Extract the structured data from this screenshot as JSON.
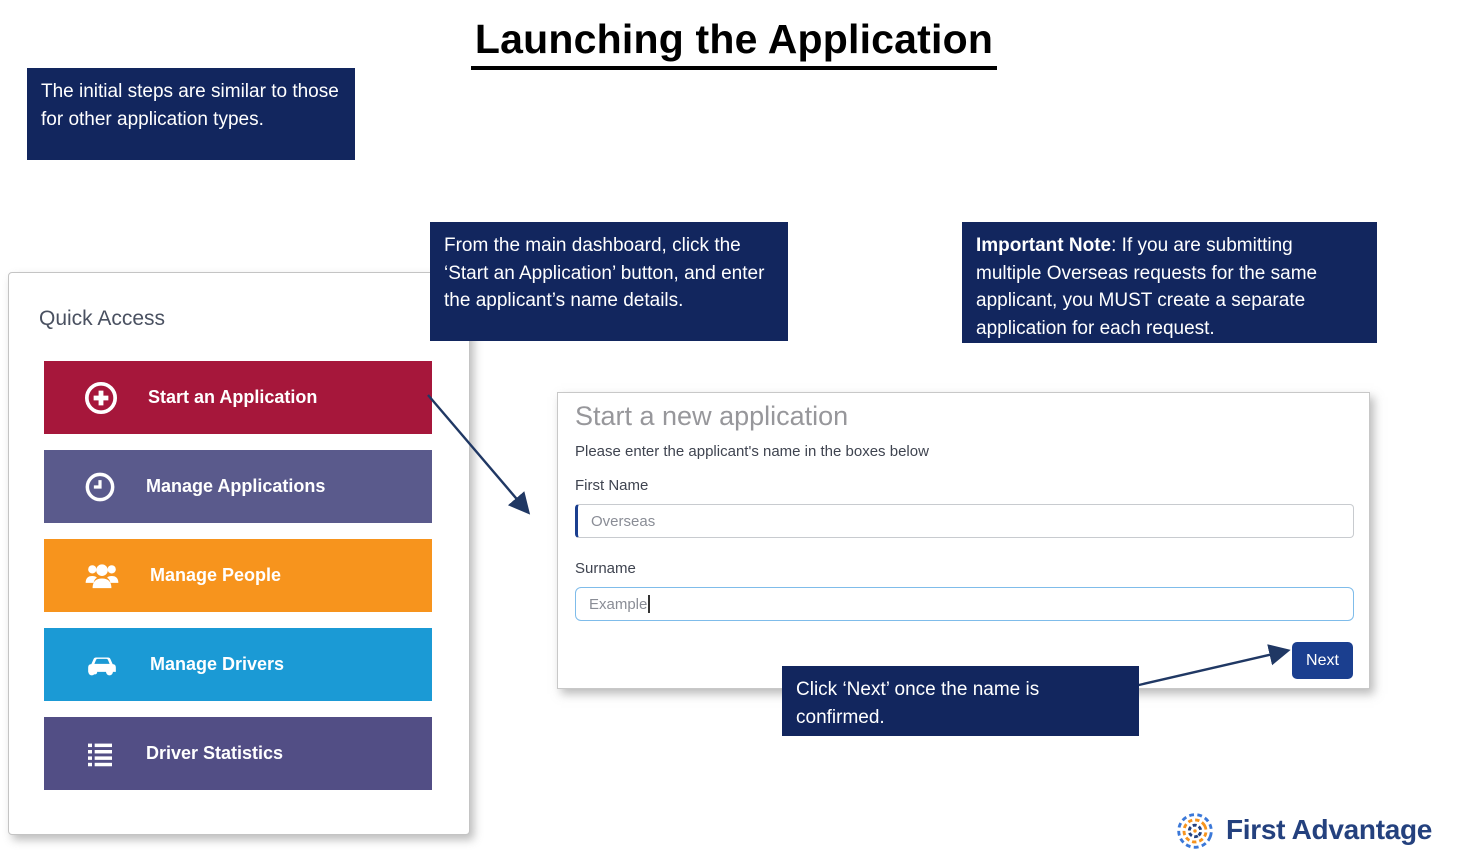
{
  "page": {
    "title": "Launching the Application"
  },
  "callouts": {
    "intro": "The initial steps are similar to those for other application types.",
    "dashboard": "From the main dashboard, click the ‘Start an Application’ button, and enter the applicant’s name details.",
    "important_bold": "Important Note",
    "important_rest": ": If you are submitting multiple Overseas requests for the same applicant, you MUST create a separate application for each request.",
    "next_hint": "Click ‘Next’ once the name is confirmed."
  },
  "quick_access": {
    "title": "Quick Access",
    "buttons": [
      {
        "label": "Start an Application",
        "color": "#A6173B",
        "icon": "plus-circle-icon"
      },
      {
        "label": "Manage Applications",
        "color": "#5A5A8C",
        "icon": "clock-icon"
      },
      {
        "label": "Manage People",
        "color": "#F7941D",
        "icon": "people-icon"
      },
      {
        "label": "Manage Drivers",
        "color": "#1B9AD5",
        "icon": "car-icon"
      },
      {
        "label": "Driver Statistics",
        "color": "#524E85",
        "icon": "list-icon"
      }
    ]
  },
  "form": {
    "title": "Start a new application",
    "subtitle": "Please enter the applicant's name in the boxes below",
    "first_name_label": "First Name",
    "first_name_value": "Overseas",
    "surname_label": "Surname",
    "surname_value": "Example",
    "next_label": "Next"
  },
  "logo": {
    "text": "First Advantage"
  },
  "colors": {
    "callout_navy": "#12265E",
    "accent_navy": "#1B3F8F",
    "arrow_navy": "#203864",
    "logo_navy": "#24417E",
    "start_red": "#A6173B",
    "applications_purple": "#5A5A8C",
    "people_orange": "#F7941D",
    "drivers_blue": "#1B9AD5",
    "statistics_purple": "#524E85"
  }
}
